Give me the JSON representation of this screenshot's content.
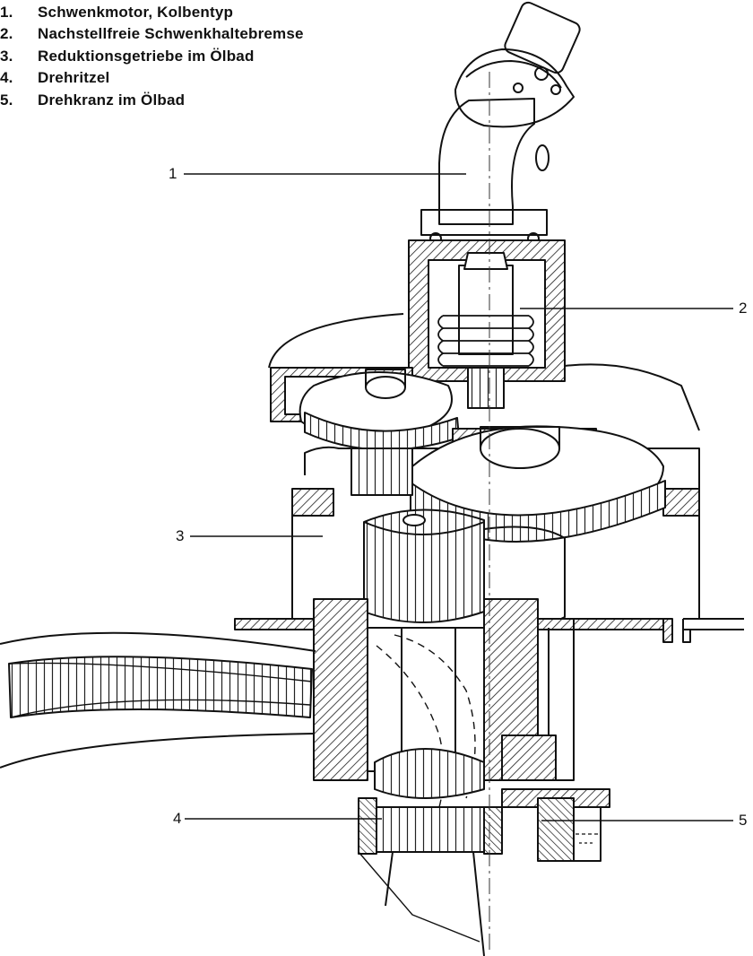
{
  "legend": [
    {
      "number": "1.",
      "text": "Schwenkmotor, Kolbentyp"
    },
    {
      "number": "2.",
      "text": "Nachstellfreie Schwenkhaltebremse"
    },
    {
      "number": "3.",
      "text": "Reduktionsgetriebe im Ölbad"
    },
    {
      "number": "4.",
      "text": "Drehritzel"
    },
    {
      "number": "5.",
      "text": "Drehkranz im Ölbad"
    }
  ],
  "callouts": [
    "1",
    "2",
    "3",
    "4",
    "5"
  ],
  "colors": {
    "ink": "#111111",
    "hatch": "#1a1a1a",
    "paper": "#ffffff"
  }
}
